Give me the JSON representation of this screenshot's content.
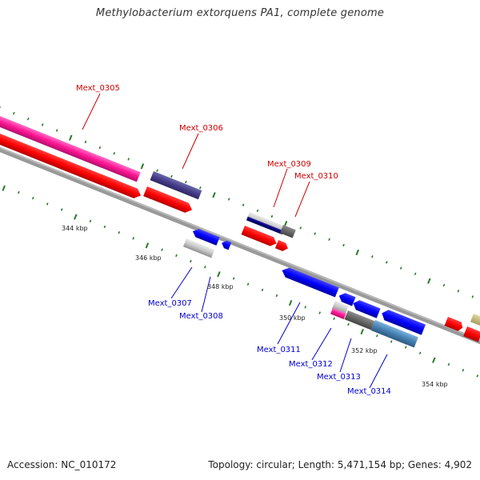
{
  "title": "Methylobacterium extorquens PA1, complete genome",
  "footer": {
    "accession": "Accession: NC_010172",
    "topology": "Topology: circular; Length: 5,471,154 bp; Genes: 4,902"
  },
  "colors": {
    "forward_label": "#cc0000",
    "reverse_label": "#0000cc",
    "backbone": "#999999",
    "tick": "#2a7a2a"
  },
  "ticks": {
    "major": [
      "344 kbp",
      "346 kbp",
      "348 kbp",
      "350 kbp",
      "352 kbp",
      "354 kbp"
    ]
  },
  "genes": [
    {
      "id": "Mext_0305",
      "strand": "forward"
    },
    {
      "id": "Mext_0306",
      "strand": "forward"
    },
    {
      "id": "Mext_0309",
      "strand": "forward"
    },
    {
      "id": "Mext_0310",
      "strand": "forward"
    },
    {
      "id": "Mext_0307",
      "strand": "reverse"
    },
    {
      "id": "Mext_0308",
      "strand": "reverse"
    },
    {
      "id": "Mext_0311",
      "strand": "reverse"
    },
    {
      "id": "Mext_0312",
      "strand": "reverse"
    },
    {
      "id": "Mext_0313",
      "strand": "reverse"
    },
    {
      "id": "Mext_0314",
      "strand": "reverse"
    }
  ]
}
